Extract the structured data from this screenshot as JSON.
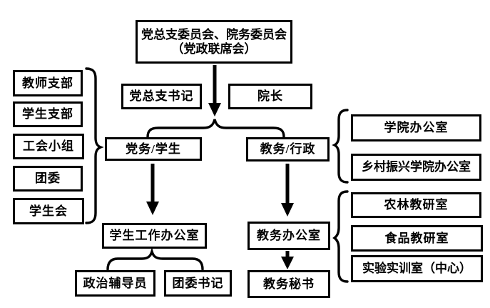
{
  "page": {
    "background": "#ffffff",
    "ink": "#000000"
  },
  "nodes": {
    "committee_line1": "党总支委员会、院务委员会",
    "committee_line2": "（党政联席会）",
    "party_secretary": "党总支书记",
    "dean": "院长",
    "party_student": "党务/学生",
    "academic_admin": "教务/行政",
    "teacher_branch": "教师支部",
    "student_branch": "学生支部",
    "union_group": "工会小组",
    "youth_league": "团委",
    "student_union": "学生会",
    "student_work_office": "学生工作办公室",
    "political_counselor": "政治辅导员",
    "league_secretary": "团委书记",
    "academic_office": "教务办公室",
    "academic_secretary": "教务秘书",
    "college_office": "学院办公室",
    "rural_college_office": "乡村振兴学院办公室",
    "agri_forestry_office": "农林教研室",
    "food_office": "食品教研室",
    "lab_training_center": "实验实训室（中心）"
  },
  "edges": [
    {
      "from": "committee",
      "to": "split-brace",
      "type": "arrow"
    },
    {
      "from": "party_student",
      "to": "student_work_office",
      "type": "arrow"
    },
    {
      "from": "academic_admin",
      "to": "academic_office",
      "type": "arrow"
    },
    {
      "from": "academic_office",
      "to": "academic_secretary",
      "type": "arrow"
    }
  ],
  "groups": [
    {
      "brace": "left",
      "members": [
        "teacher_branch",
        "student_branch",
        "union_group",
        "youth_league",
        "student_union"
      ],
      "points_to": "party_student"
    },
    {
      "brace": "top-center",
      "parent": "committee",
      "splits_into": [
        "party_student",
        "academic_admin"
      ]
    },
    {
      "brace": "bottom-center",
      "parent": "student_work_office",
      "splits_into": [
        "political_counselor",
        "league_secretary"
      ]
    },
    {
      "brace": "right-upper",
      "members": [
        "college_office",
        "rural_college_office"
      ],
      "points_to": "academic_admin"
    },
    {
      "brace": "right-lower",
      "members": [
        "agri_forestry_office",
        "food_office",
        "lab_training_center"
      ],
      "points_to": "academic_office"
    }
  ]
}
